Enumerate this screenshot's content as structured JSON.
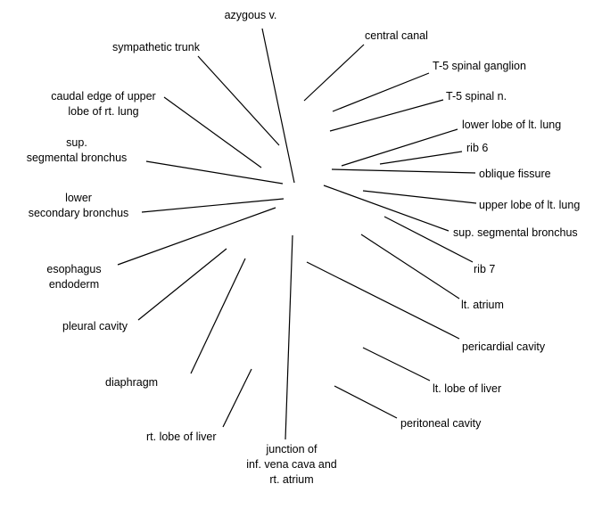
{
  "labels": {
    "azygous_v": "azygous v.",
    "central_canal": "central canal",
    "sympathetic_trunk": "sympathetic trunk",
    "t5_spinal_ganglion": "T-5 spinal ganglion",
    "caudal_edge_upper_lobe": "caudal edge of upper\nlobe of rt. lung",
    "t5_spinal_n": "T-5 spinal n.",
    "lower_lobe_lt_lung": "lower lobe of lt. lung",
    "sup_segmental_bronchus_left": "sup.\nsegmental bronchus",
    "rib_6": "rib 6",
    "oblique_fissure": "oblique fissure",
    "lower_secondary_bronchus": "lower\nsecondary bronchus",
    "upper_lobe_lt_lung": "upper lobe of lt. lung",
    "sup_segmental_bronchus_right": "sup. segmental bronchus",
    "esophagus_endoderm": "esophagus\nendoderm",
    "rib_7": "rib 7",
    "lt_atrium": "lt. atrium",
    "pleural_cavity": "pleural cavity",
    "pericardial_cavity": "pericardial cavity",
    "diaphragm": "diaphragm",
    "lt_lobe_of_liver": "lt. lobe of liver",
    "peritoneal_cavity": "peritoneal cavity",
    "rt_lobe_of_liver": "rt. lobe of liver",
    "junction_ivc_rt_atrium": "junction of\ninf. vena cava and\nrt. atrium"
  }
}
